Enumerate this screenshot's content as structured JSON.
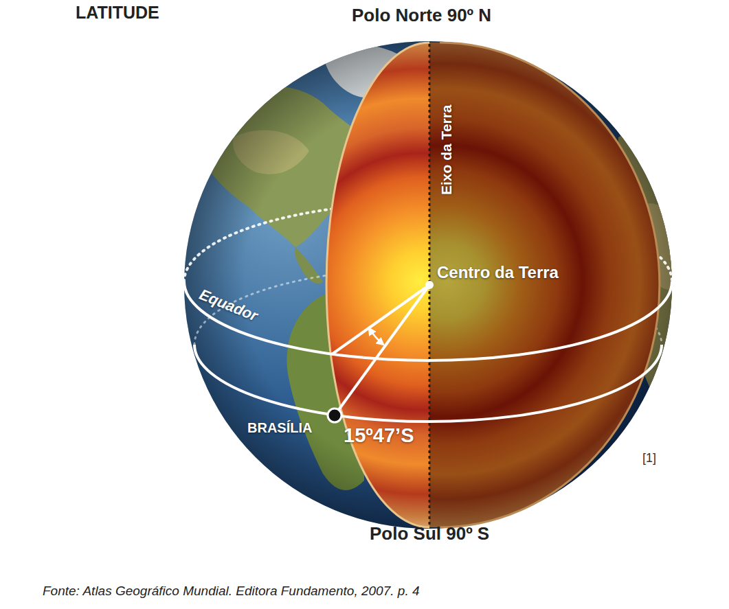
{
  "diagram": {
    "title": "LATITUDE",
    "caption": "Fonte: Atlas Geográfico Mundial. Editora Fundamento, 2007. p. 4",
    "labels": [
      "Polo Norte 90º N",
      "Eixo da Terra",
      "Centro da Terra",
      "Equador",
      "BRASÍLIA",
      "15º47’S",
      "Polo Sul 90º S",
      "[1]"
    ]
  }
}
